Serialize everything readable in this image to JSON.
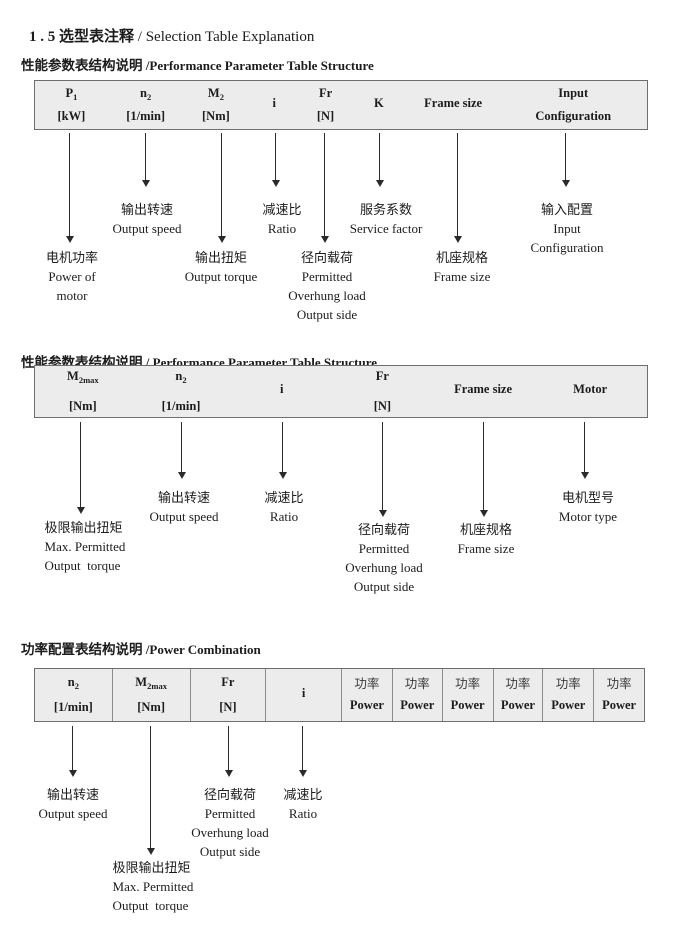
{
  "page_title": {
    "cn": "1 . 5 选型表注释",
    "sep": " / ",
    "en": "Selection Table Explanation"
  },
  "sections": [
    {
      "heading": {
        "cn": "性能参数表结构说明",
        "sep": " /",
        "en": "Performance Parameter Table Structure"
      },
      "table": {
        "columns": [
          {
            "base": "P",
            "sub": "1",
            "unit": "[kW]"
          },
          {
            "base": "n",
            "sub": "2",
            "unit": "[1/min]"
          },
          {
            "base": "M",
            "sub": "2",
            "unit": "[Nm]"
          },
          {
            "base": "i",
            "sub": "",
            "unit": ""
          },
          {
            "base": "Fr",
            "sub": "",
            "unit": "[N]"
          },
          {
            "base": "K",
            "sub": "",
            "unit": ""
          },
          {
            "base": "Frame size",
            "sub": "",
            "unit": ""
          },
          {
            "base": "Input",
            "sub": "",
            "unit": "Configuration"
          }
        ]
      },
      "callouts": [
        {
          "lines": [
            "输出转速",
            "Output speed"
          ]
        },
        {
          "lines": [
            "减速比",
            "Ratio"
          ]
        },
        {
          "lines": [
            "服务系数",
            "Service factor"
          ]
        },
        {
          "lines": [
            "输入配置",
            "Input",
            "Configuration"
          ]
        },
        {
          "lines": [
            "电机功率",
            "Power of",
            "motor"
          ]
        },
        {
          "lines": [
            "输出扭矩",
            "Output torque"
          ]
        },
        {
          "lines": [
            "径向载荷",
            "Permitted",
            "Overhung load",
            "Output side"
          ]
        },
        {
          "lines": [
            "机座规格",
            "Frame size"
          ]
        }
      ]
    },
    {
      "heading": {
        "cn": "性能参数表结构说明",
        "sep": " / ",
        "en": "Performance Parameter Table Structure"
      },
      "table": {
        "columns": [
          {
            "base": "M",
            "sub": "2max",
            "unit": "[Nm]"
          },
          {
            "base": "n",
            "sub": "2",
            "unit": "[1/min]"
          },
          {
            "base": "i",
            "sub": "",
            "unit": ""
          },
          {
            "base": "Fr",
            "sub": "",
            "unit": "[N]"
          },
          {
            "base": "Frame size",
            "sub": "",
            "unit": ""
          },
          {
            "base": "Motor",
            "sub": "",
            "unit": ""
          }
        ]
      },
      "callouts": [
        {
          "lines": [
            "输出转速",
            "Output speed"
          ]
        },
        {
          "lines": [
            "减速比",
            "Ratio"
          ]
        },
        {
          "lines": [
            "电机型号",
            "Motor type"
          ]
        },
        {
          "lines": [
            "极限输出扭矩",
            "Max. Permitted",
            "Output  torque"
          ]
        },
        {
          "lines": [
            "径向载荷",
            "Permitted",
            "Overhung load",
            "Output side"
          ]
        },
        {
          "lines": [
            "机座规格",
            "Frame size"
          ]
        }
      ]
    },
    {
      "heading": {
        "cn": "功率配置表结构说明",
        "sep": " /",
        "en": "Power Combination"
      },
      "table": {
        "columns": [
          {
            "base": "n",
            "sub": "2",
            "unit": "[1/min]"
          },
          {
            "base": "M",
            "sub": "2max",
            "unit": "[Nm]"
          },
          {
            "base": "Fr",
            "sub": "",
            "unit": "[N]"
          },
          {
            "base": "i",
            "sub": "",
            "unit": ""
          },
          {
            "base": "功率",
            "sub": "",
            "unit": "Power"
          },
          {
            "base": "功率",
            "sub": "",
            "unit": "Power"
          },
          {
            "base": "功率",
            "sub": "",
            "unit": "Power"
          },
          {
            "base": "功率",
            "sub": "",
            "unit": "Power"
          },
          {
            "base": "功率",
            "sub": "",
            "unit": "Power"
          },
          {
            "base": "功率",
            "sub": "",
            "unit": "Power"
          }
        ]
      },
      "callouts": [
        {
          "lines": [
            "输出转速",
            "Output speed"
          ]
        },
        {
          "lines": [
            "径向载荷",
            "Permitted",
            "Overhung load",
            "Output side"
          ]
        },
        {
          "lines": [
            "减速比",
            "Ratio"
          ]
        },
        {
          "lines": [
            "极限输出扭矩",
            "Max. Permitted",
            "Output  torque"
          ]
        }
      ]
    }
  ]
}
